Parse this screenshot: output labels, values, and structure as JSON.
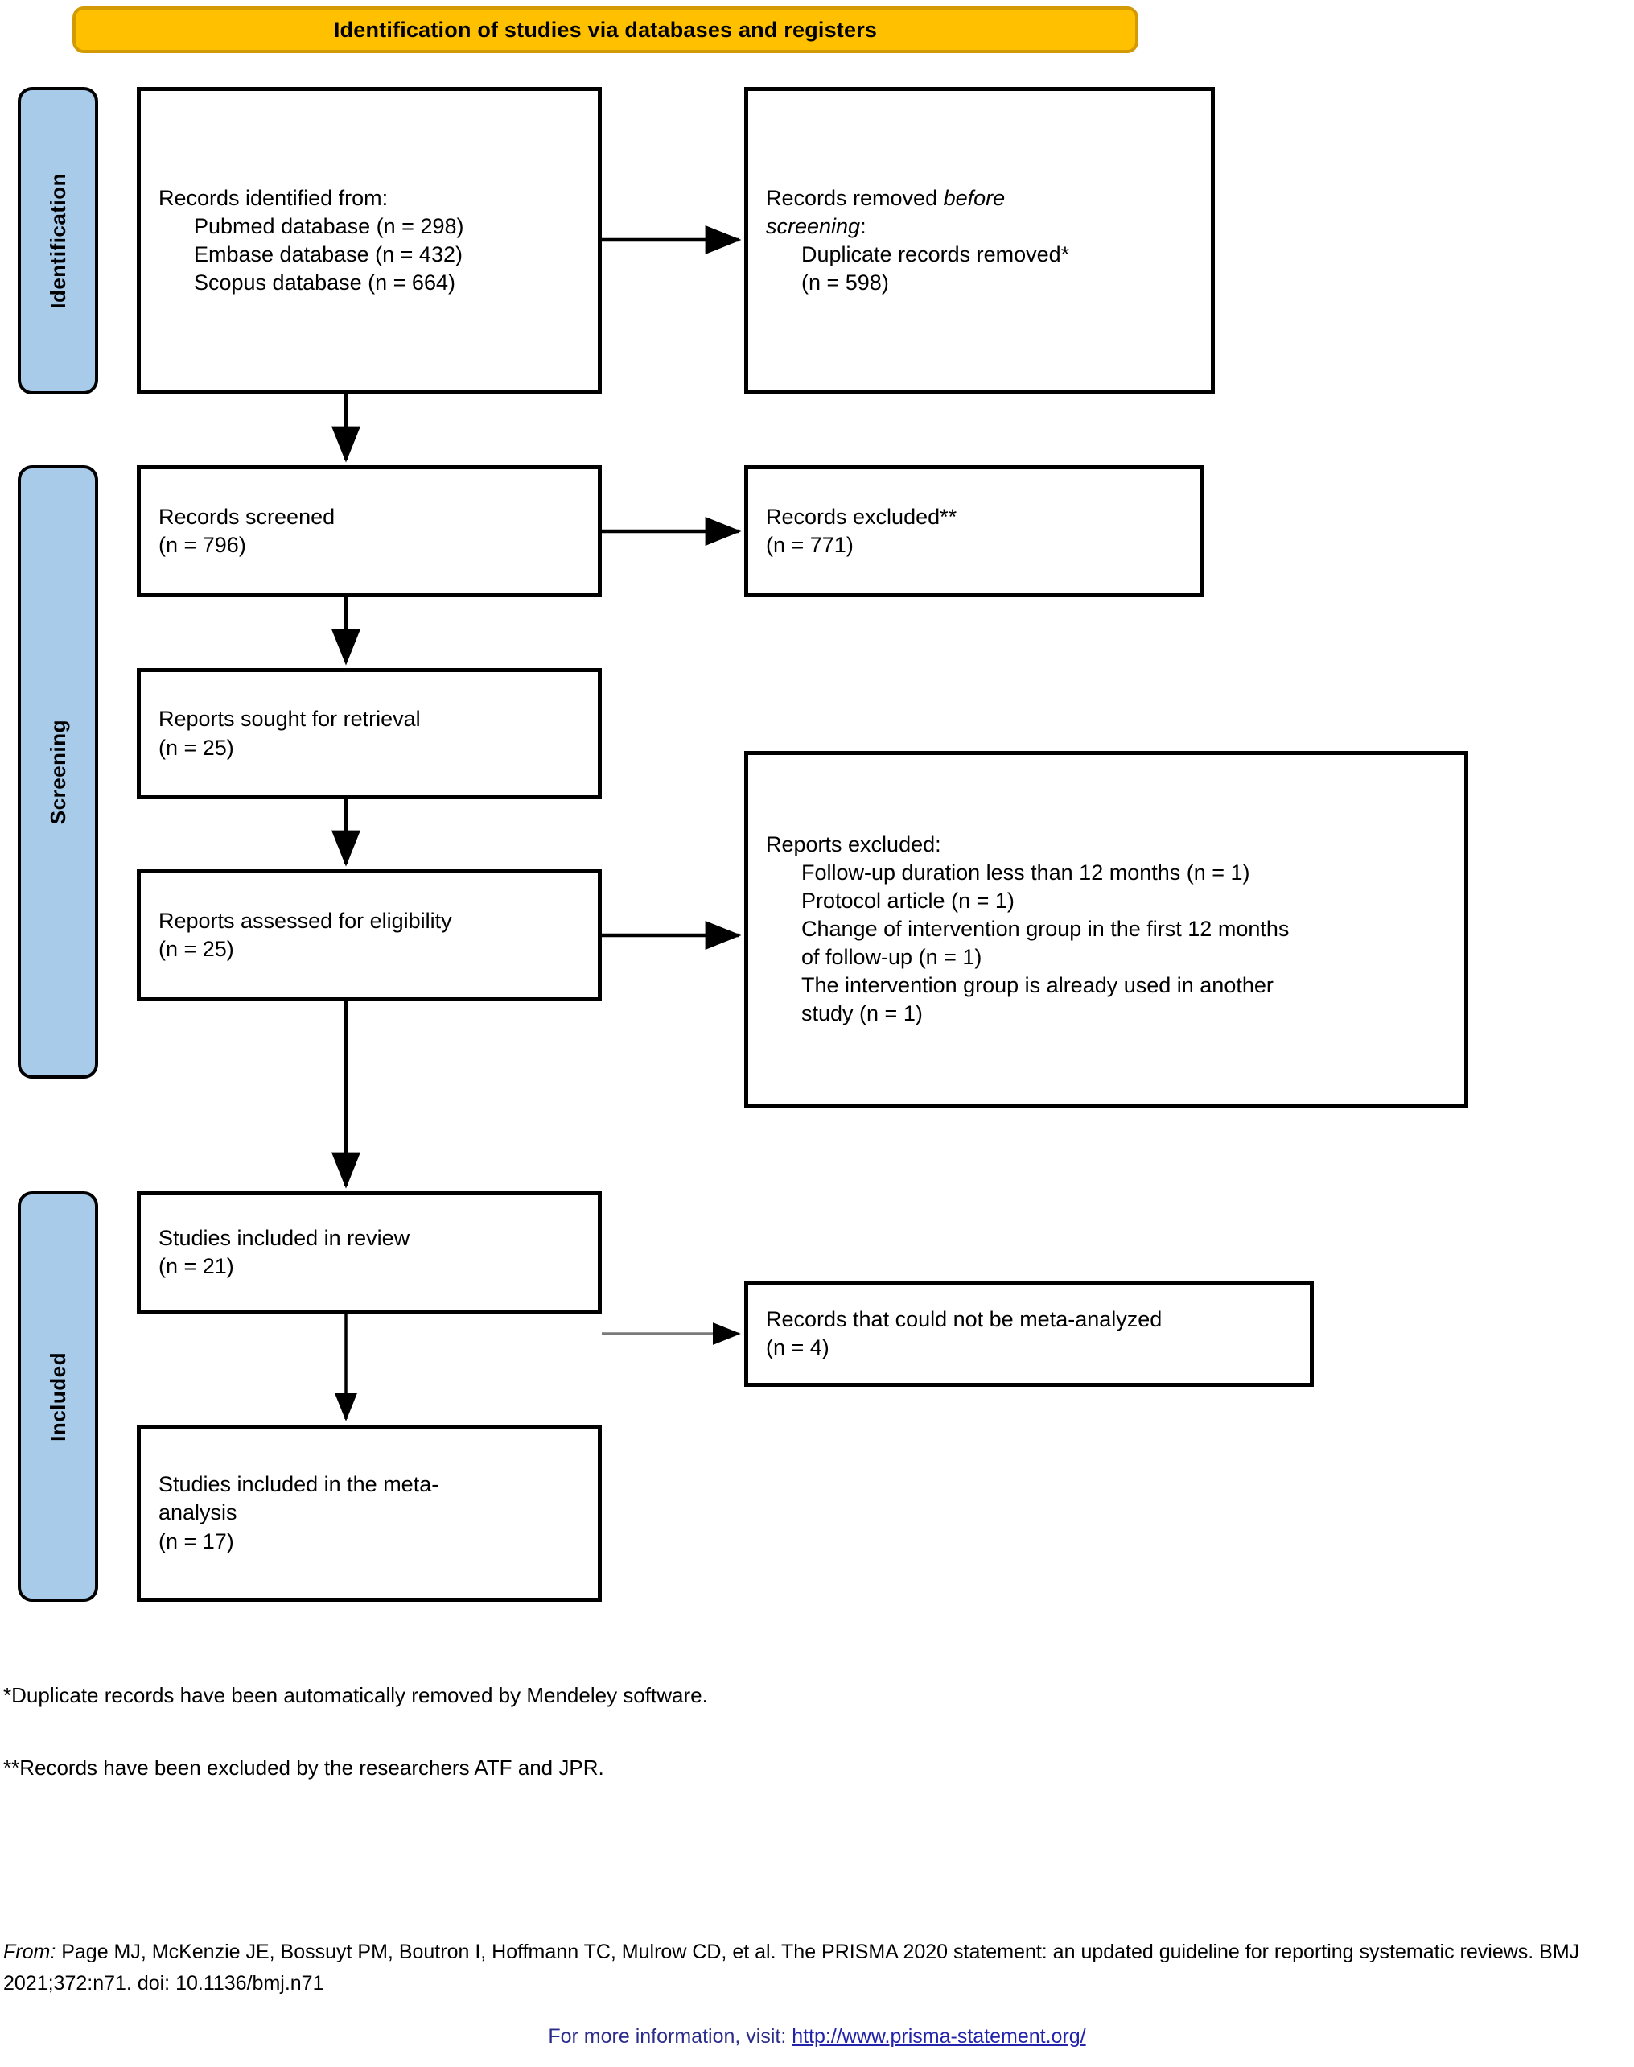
{
  "banner": {
    "title": "Identification of studies via databases and registers",
    "fill_color": "#FFC000",
    "border_color": "#D39A06"
  },
  "phases": [
    {
      "key": "identification",
      "label": "Identification",
      "fill_color": "#A8CBEA"
    },
    {
      "key": "screening",
      "label": "Screening",
      "fill_color": "#A8CBEA"
    },
    {
      "key": "included",
      "label": "Included",
      "fill_color": "#A8CBEA"
    }
  ],
  "boxes": {
    "identified": {
      "line_1": "Records identified from:",
      "line_2": "Pubmed database (n = 298)",
      "line_3": "Embase database (n = 432)",
      "line_4": "Scopus database (n = 664)"
    },
    "removed_before_screening": {
      "line_1a": "Records removed ",
      "line_1b": "before",
      "line_2a": "screening",
      "line_2b": ":",
      "line_3": "Duplicate records removed*",
      "line_4": "(n = 598)"
    },
    "records_screened": {
      "line_1": "Records screened",
      "line_2": "(n = 796)"
    },
    "records_excluded": {
      "line_1": "Records excluded**",
      "line_2": "(n = 771)"
    },
    "reports_sought": {
      "line_1": "Reports sought for retrieval",
      "line_2": "(n = 25)"
    },
    "reports_assessed": {
      "line_1": "Reports assessed for eligibility",
      "line_2": "(n = 25)"
    },
    "reports_excluded": {
      "line_1": "Reports excluded:",
      "line_2": "Follow-up duration less than 12 months (n = 1)",
      "line_3": "Protocol article (n = 1)",
      "line_4": "Change of intervention group in the first 12 months",
      "line_5": "of follow-up (n = 1)",
      "line_6": "The intervention group is already used in another",
      "line_7": "study (n = 1)"
    },
    "studies_in_review": {
      "line_1": "Studies included in review",
      "line_2": "(n = 21)"
    },
    "not_meta_analyzed": {
      "line_1": "Records that could not be meta-analyzed",
      "line_2": "(n = 4)"
    },
    "studies_in_meta": {
      "line_1": "Studies included in the meta-",
      "line_2": "analysis",
      "line_3": "(n = 17)"
    }
  },
  "footnotes": {
    "note_1": "*Duplicate records have been automatically removed by Mendeley software.",
    "note_2": "**Records have been excluded by the researchers ATF and JPR."
  },
  "citation": {
    "from_label": "From:",
    "text": "  Page MJ, McKenzie JE, Bossuyt PM, Boutron I, Hoffmann TC, Mulrow CD, et al. The PRISMA 2020 statement: an updated guideline for reporting systematic reviews. BMJ 2021;372:n71. doi: 10.1136/bmj.n71",
    "more_info_prefix": "For more information, visit: ",
    "more_info_link": "http://www.prisma-statement.org/",
    "link_color": "#2222AA"
  }
}
